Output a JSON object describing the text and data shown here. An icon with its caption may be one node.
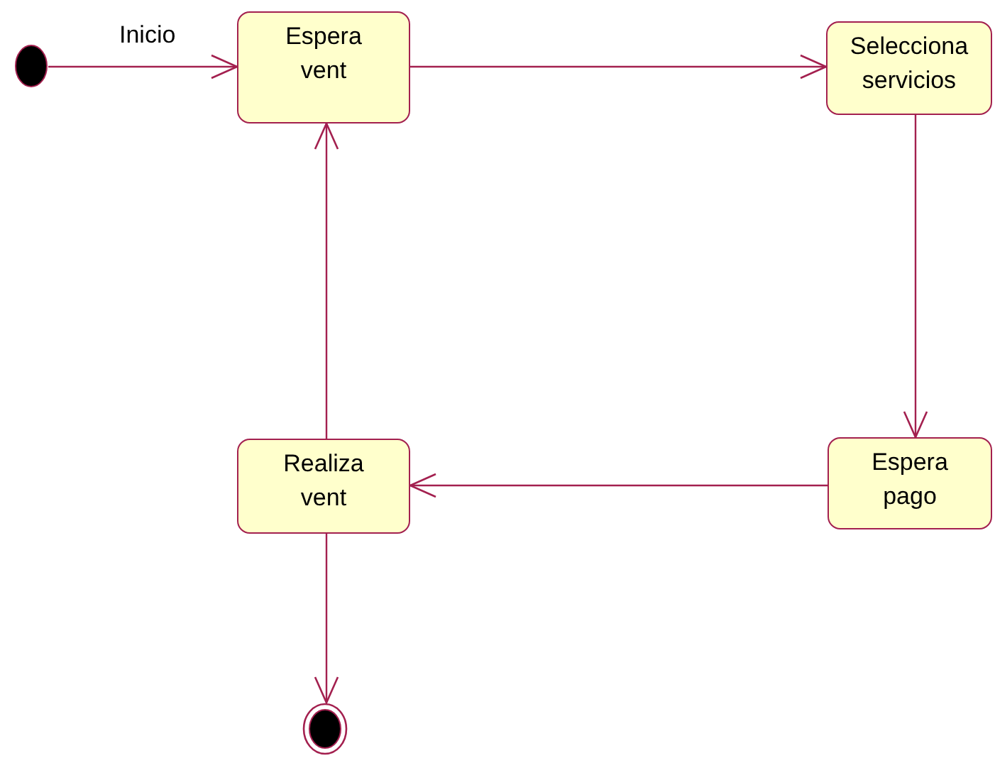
{
  "diagram": {
    "nodes": [
      {
        "text": [],
        "shape": "circle"
      },
      {
        "text": [
          "Espera vent"
        ]
      },
      {
        "text": [
          "Selecciona servicios"
        ]
      },
      {
        "text": [
          "Espera pago"
        ]
      },
      {
        "text": [
          "Realiza vent"
        ]
      },
      {
        "text": [],
        "shape": "circle"
      }
    ],
    "edges": [
      {
        "from": 0,
        "to": 1,
        "arrow": "to",
        "label": "Inicio"
      },
      {
        "from": 1,
        "to": 2,
        "arrow": "to"
      },
      {
        "from": 2,
        "to": 3,
        "arrow": "to"
      },
      {
        "from": 3,
        "to": 4,
        "arrow": "to"
      },
      {
        "from": 4,
        "to": 1,
        "arrow": "to"
      },
      {
        "from": 4,
        "to": 5,
        "arrow": "to"
      }
    ]
  }
}
